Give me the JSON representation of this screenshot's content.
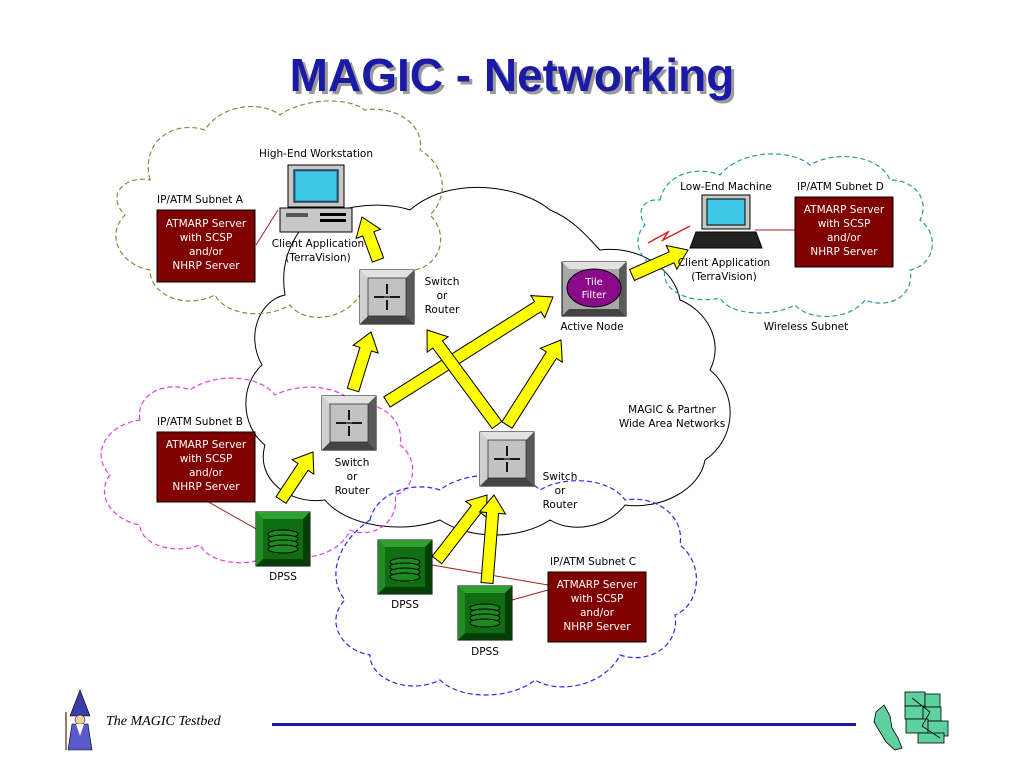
{
  "title": "MAGIC - Networking",
  "footer": {
    "text": "The MAGIC Testbed"
  },
  "subnets": {
    "a": {
      "label": "IP/ATM Subnet A"
    },
    "b": {
      "label": "IP/ATM Subnet B"
    },
    "c": {
      "label": "IP/ATM Subnet C"
    },
    "d": {
      "label": "IP/ATM Subnet D"
    }
  },
  "server": {
    "lines": [
      "ATMARP Server",
      "with SCSP",
      "and/or",
      "NHRP Server"
    ]
  },
  "workstation": {
    "label": "High-End Workstation",
    "app": [
      "Client Application",
      "(TerraVision)"
    ]
  },
  "lowend": {
    "label": "Low-End Machine",
    "app": [
      "Client Application",
      "(TerraVision)"
    ]
  },
  "switch_lines": [
    "Switch",
    "or",
    "Router"
  ],
  "tile_filter": [
    "Tile",
    "Filter"
  ],
  "active_node": "Active Node",
  "wan_label": [
    "MAGIC & Partner",
    "Wide Area Networks"
  ],
  "wireless_label": "Wireless Subnet",
  "dpss_label": "DPSS",
  "colors": {
    "title": "#1a1aa6",
    "server_box": "#800000",
    "dpss": "#0f6e12",
    "arrow": "#ffff00",
    "tile_filter": "#8a0a8a",
    "subnet_a_border": "#8a8a3a",
    "subnet_b_border": "#e040e0",
    "subnet_c_border": "#2a2aee",
    "subnet_d_border": "#2a9aa0"
  }
}
